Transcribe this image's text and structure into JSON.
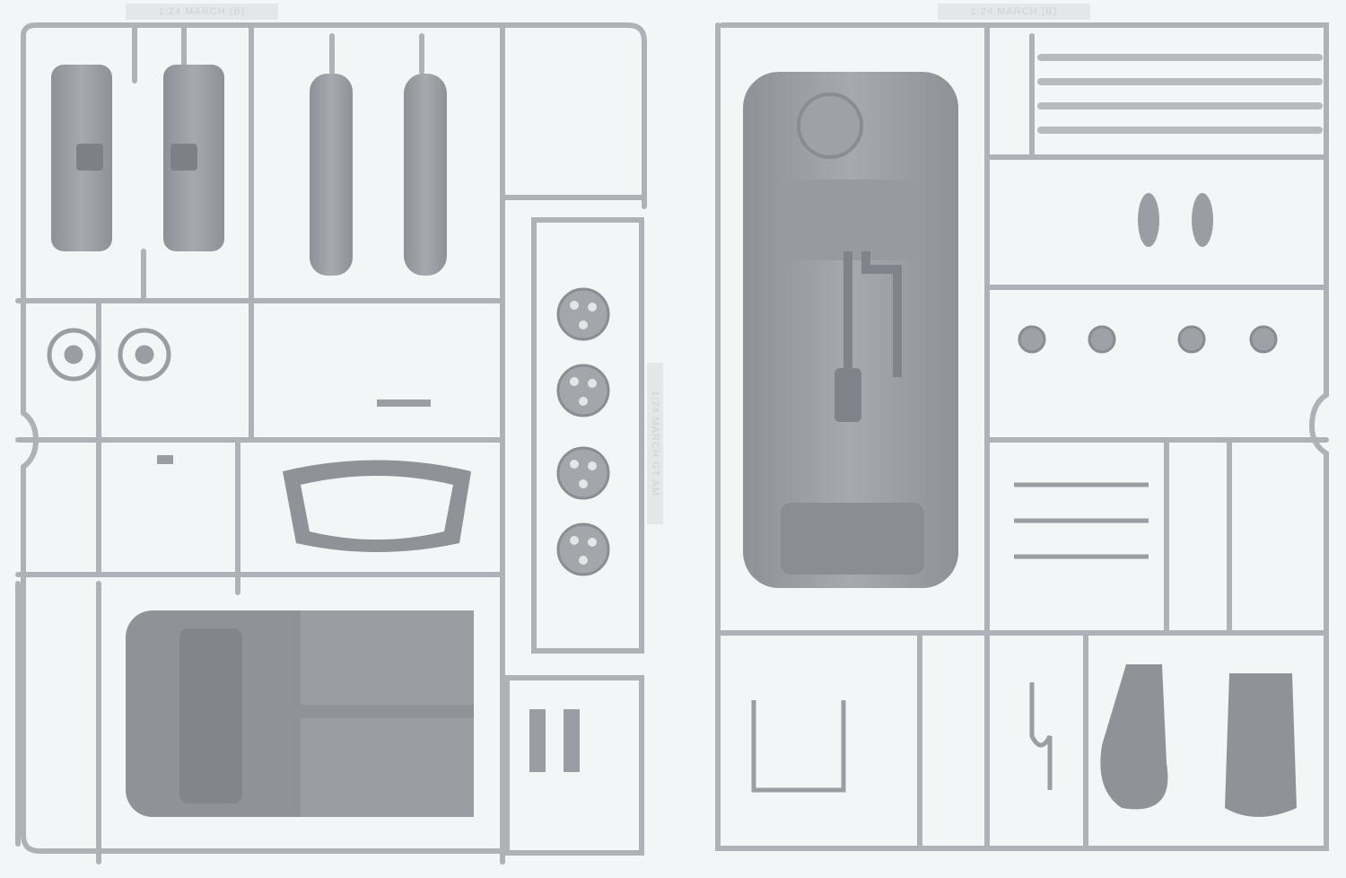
{
  "image": {
    "subject": "Plastic model kit sprues (light grey parts trees) for a 1:24 car kit",
    "colors": {
      "background": "#f4f5f6",
      "runner": "#a9adb1",
      "part": "#9a9ea3",
      "part_dark": "#8a8e93",
      "highlight": "#c9ccd0"
    }
  },
  "left_sprue": {
    "label": "1:24 MARCH (B)",
    "side_label": "1:24 MARCH GT AM",
    "parts": [
      "door-panels",
      "rear-bumper",
      "front-bumper",
      "steering-wheels",
      "wheel-hubs-x4",
      "window-frame",
      "interior-tub",
      "side-mirror-parts"
    ]
  },
  "right_sprue": {
    "label": "1:24 MARCH (B)",
    "parts": [
      "chassis-underbody",
      "drive-shafts-x4",
      "brake-discs-x4",
      "seats-x2",
      "exhaust",
      "suspension-arms",
      "mirrors"
    ]
  }
}
